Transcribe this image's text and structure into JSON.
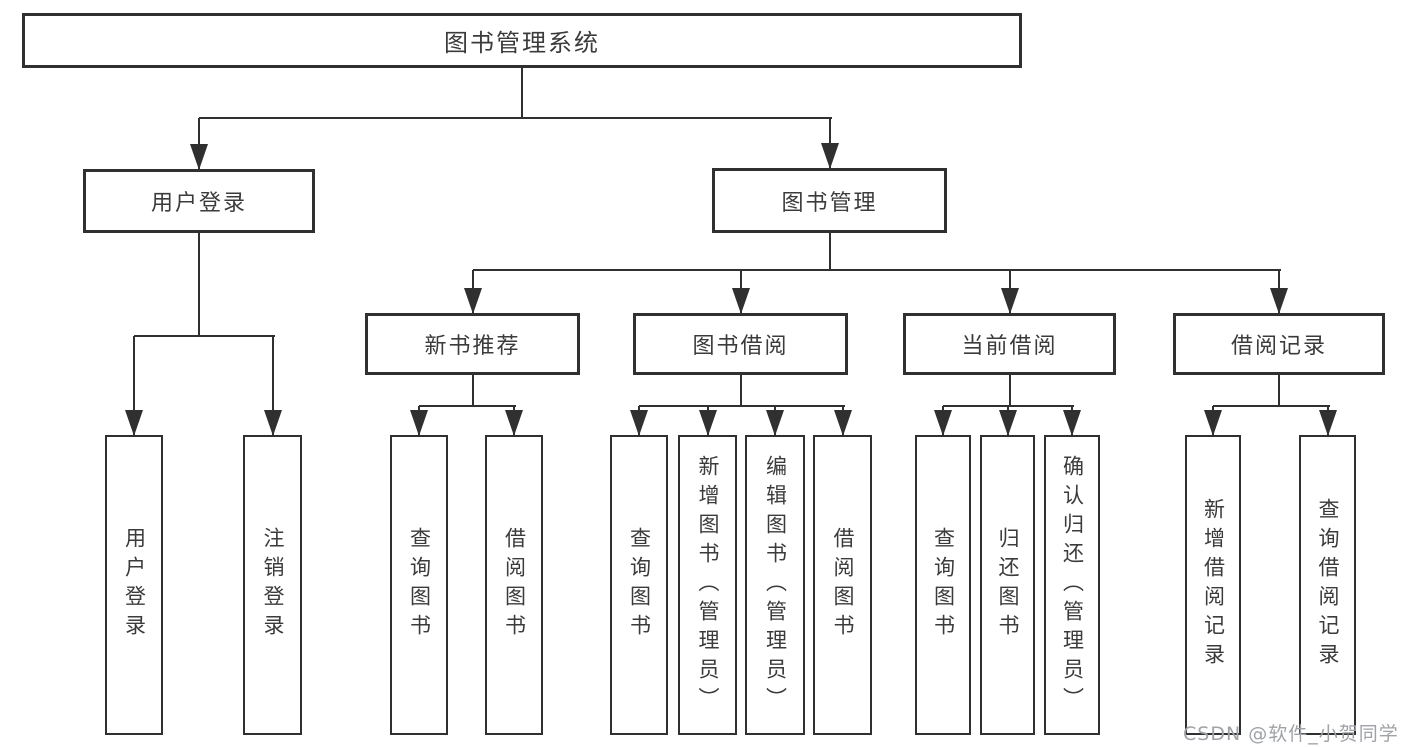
{
  "diagram": {
    "title": "图书管理系统",
    "tree": {
      "id": "root",
      "label": "图书管理系统",
      "children": [
        {
          "id": "login",
          "label": "用户登录",
          "children": [
            {
              "id": "leaf-user-login",
              "label": "用户登录"
            },
            {
              "id": "leaf-logout",
              "label": "注销登录"
            }
          ]
        },
        {
          "id": "mgmt",
          "label": "图书管理",
          "children": [
            {
              "id": "newbook",
              "label": "新书推荐",
              "children": [
                {
                  "id": "leaf-nb-query",
                  "label": "查询图书"
                },
                {
                  "id": "leaf-nb-borrow",
                  "label": "借阅图书"
                }
              ]
            },
            {
              "id": "borrow",
              "label": "图书借阅",
              "children": [
                {
                  "id": "leaf-bw-query",
                  "label": "查询图书"
                },
                {
                  "id": "leaf-bw-add",
                  "label": "新增图书（管理员）"
                },
                {
                  "id": "leaf-bw-edit",
                  "label": "编辑图书（管理员）"
                },
                {
                  "id": "leaf-bw-borrow",
                  "label": "借阅图书"
                }
              ]
            },
            {
              "id": "current",
              "label": "当前借阅",
              "children": [
                {
                  "id": "leaf-cur-query",
                  "label": "查询图书"
                },
                {
                  "id": "leaf-cur-return",
                  "label": "归还图书"
                },
                {
                  "id": "leaf-cur-confirm",
                  "label": "确认归还（管理员）"
                }
              ]
            },
            {
              "id": "records",
              "label": "借阅记录",
              "children": [
                {
                  "id": "leaf-rec-add",
                  "label": "新增借阅记录"
                },
                {
                  "id": "leaf-rec-query",
                  "label": "查询借阅记录"
                }
              ]
            }
          ]
        }
      ]
    }
  },
  "watermark": {
    "text": "CSDN @软件_小贺同学"
  },
  "colors": {
    "stroke": "#303030",
    "text": "#3b3b3b",
    "watermark": "#9fa2a7",
    "background": "#ffffff"
  }
}
